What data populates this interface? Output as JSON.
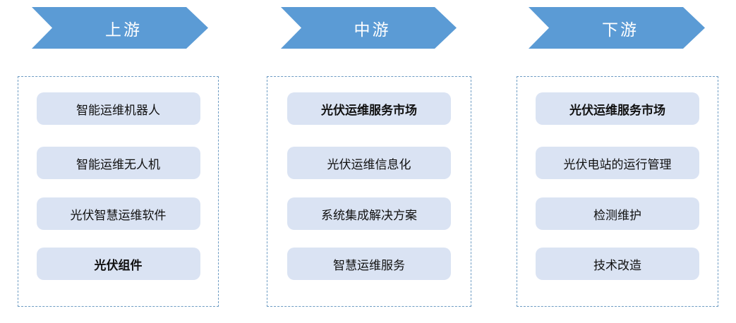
{
  "colors": {
    "background": "#FFFFFF",
    "arrow_fill": "#5B9BD5",
    "arrow_text": "#FFFFFF",
    "box_fill": "#DAE3F3",
    "box_text": "#111111",
    "panel_border": "#6E9CC3"
  },
  "columns": [
    {
      "id": "upstream",
      "header": "上游",
      "items": [
        {
          "label": "智能运维机器人",
          "bold": false
        },
        {
          "label": "智能运维无人机",
          "bold": false
        },
        {
          "label": "光伏智慧运维软件",
          "bold": false
        },
        {
          "label": "光伏组件",
          "bold": true
        }
      ]
    },
    {
      "id": "midstream",
      "header": "中游",
      "items": [
        {
          "label": "光伏运维服务市场",
          "bold": true
        },
        {
          "label": "光伏运维信息化",
          "bold": false
        },
        {
          "label": "系统集成解决方案",
          "bold": false
        },
        {
          "label": "智慧运维服务",
          "bold": false
        }
      ]
    },
    {
      "id": "downstream",
      "header": "下游",
      "items": [
        {
          "label": "光伏运维服务市场",
          "bold": true
        },
        {
          "label": "光伏电站的运行管理",
          "bold": false
        },
        {
          "label": "检测维护",
          "bold": false
        },
        {
          "label": "技术改造",
          "bold": false
        }
      ]
    }
  ]
}
